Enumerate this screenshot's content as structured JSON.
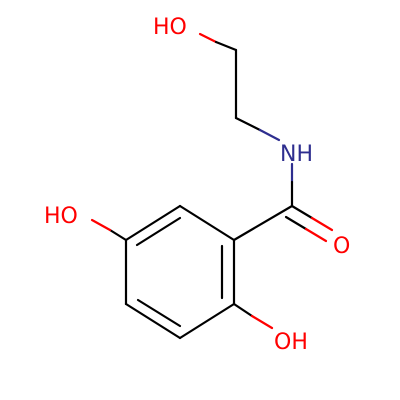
{
  "molecule": {
    "colors": {
      "carbon": "#000000",
      "oxygen": "#ff0000",
      "nitrogen": "#2e2e8f"
    },
    "labels": {
      "hydroxyl_top": "HO",
      "amide_nh": "NH",
      "carbonyl_o": "O",
      "hydroxyl_left": "HO",
      "hydroxyl_bottom": "OH"
    }
  }
}
